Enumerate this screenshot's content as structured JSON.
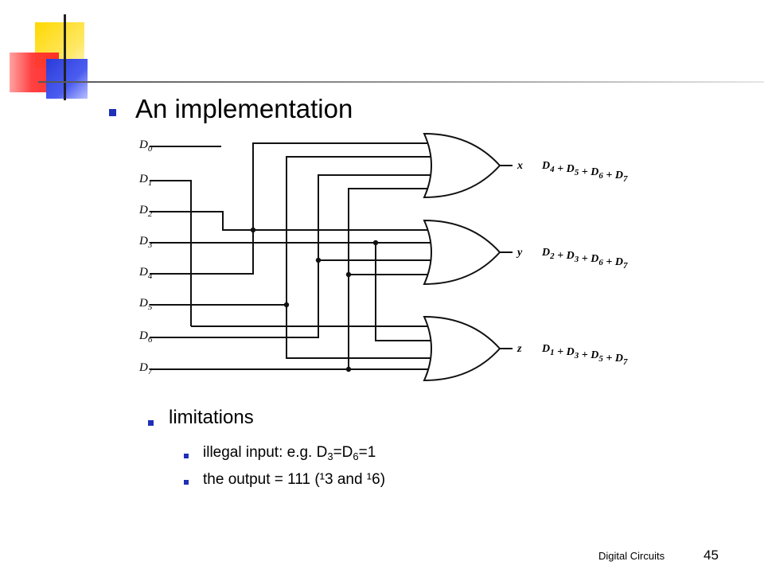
{
  "slide": {
    "title": "An implementation",
    "limitations_heading": "limitations",
    "footer_text": "Digital Circuits",
    "page_number": "45"
  },
  "circuit": {
    "inputs": [
      "D0",
      "D1",
      "D2",
      "D3",
      "D4",
      "D5",
      "D6",
      "D7"
    ],
    "gates": [
      {
        "type": "OR",
        "output_label": "x",
        "expression": "D4 + D5 + D6 + D7",
        "inputs": [
          "D4",
          "D5",
          "D6",
          "D7"
        ]
      },
      {
        "type": "OR",
        "output_label": "y",
        "expression": "D2 + D3 + D6 + D7",
        "inputs": [
          "D2",
          "D3",
          "D6",
          "D7"
        ]
      },
      {
        "type": "OR",
        "output_label": "z",
        "expression": "D1 + D3 + D5 + D7",
        "inputs": [
          "D1",
          "D3",
          "D5",
          "D7"
        ]
      }
    ]
  },
  "limitations": {
    "items": [
      {
        "prefix": "illegal input: e.g. D",
        "sub1": "3",
        "mid": "=D",
        "sub2": "6",
        "suffix": "=1"
      },
      {
        "text": "the output = 111 (¹3 and ¹6)"
      }
    ]
  }
}
